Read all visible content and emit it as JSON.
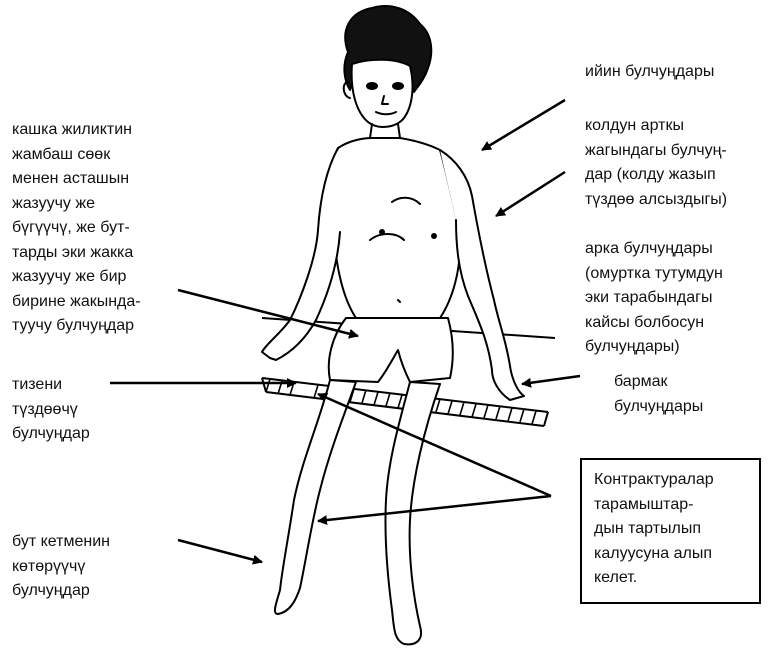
{
  "labels": {
    "shoulder": "ийин булчуңдары",
    "back_arm": "колдун арткы\nжагындагы булчуң-\nдар (колду жазып\nтүздөө алсыздыгы)",
    "back": "арка булчуңдары\n(омуртка тутумдун\nэки тарабындагы\nкайсы болбосун\nбулчуңдары)",
    "fingers": "бармак\nбулчуңдары",
    "hip": "кашка жиликтин\nжамбаш сөөк\nменен асташын\nжазуучу же\nбүгүүчү, же бут-\nтарды эки жакка\nжазуучу же бир\nбирине жакында-\nтуучу булчуңдар",
    "knee": "тизени\nтүздөөчү\nбулчуңдар",
    "foot": "бут кетменин\nкөтөрүүчү\nбулчуңдар"
  },
  "note": "Контрактуралар\nтарамыштар-\nдын тартылып\nкалуусуна алып\nкелет."
}
